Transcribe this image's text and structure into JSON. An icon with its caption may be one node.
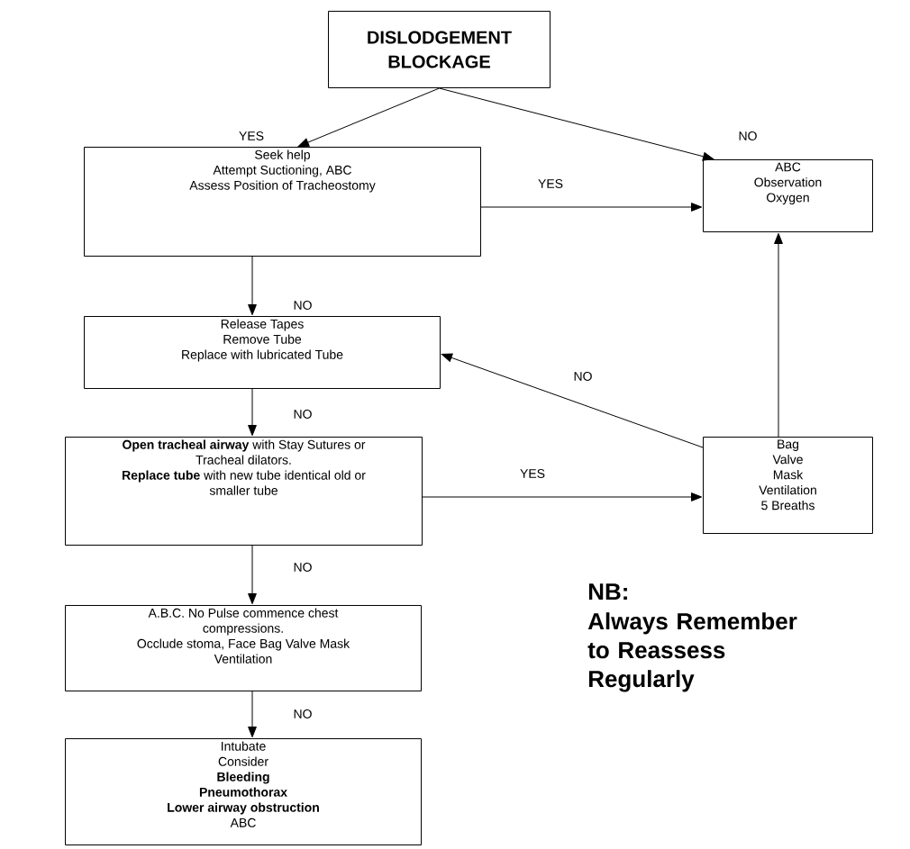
{
  "diagram": {
    "nodes": [
      {
        "text": [
          "DISLODGEMENT BLOCKAGE"
        ]
      },
      {
        "text": [
          "Seek help",
          "Attempt Suctioning, ABC",
          "Assess Position of Tracheostomy"
        ]
      },
      {
        "text": [
          "ABC",
          "Observation",
          "Oxygen"
        ]
      },
      {
        "text": [
          "Release Tapes",
          "Remove Tube",
          "Replace with lubricated Tube"
        ]
      },
      {
        "text": [
          "**Open tracheal airway** with Stay Sutures or Tracheal dilators.",
          "**Replace tube** with new tube identical old or smaller tube"
        ]
      },
      {
        "text": [
          "Bag",
          "Valve",
          "Mask",
          "Ventilation",
          "5 Breaths"
        ]
      },
      {
        "text": [
          "A.B.C. No Pulse commence chest compressions.",
          "Occlude stoma, Face Bag Valve Mask Ventilation"
        ]
      },
      {
        "text": [
          "Intubate",
          "Consider",
          "**Bleeding**",
          "**Pneumothorax**",
          "**Lower airway obstruction**",
          "ABC"
        ]
      }
    ],
    "edges": [
      {
        "from": 0,
        "to": 1,
        "arrow": "to",
        "label": "YES"
      },
      {
        "from": 0,
        "to": 2,
        "arrow": "to",
        "label": "NO"
      },
      {
        "from": 1,
        "to": 2,
        "arrow": "to",
        "label": "YES"
      },
      {
        "from": 1,
        "to": 3,
        "arrow": "to",
        "label": "NO"
      },
      {
        "from": 3,
        "to": 4,
        "arrow": "to",
        "label": "NO"
      },
      {
        "from": 4,
        "to": 5,
        "arrow": "to",
        "label": "YES"
      },
      {
        "from": 5,
        "to": 3,
        "arrow": "to",
        "label": "NO"
      },
      {
        "from": 5,
        "to": 2,
        "arrow": "to"
      },
      {
        "from": 4,
        "to": 6,
        "arrow": "to",
        "label": "NO"
      },
      {
        "from": 6,
        "to": 7,
        "arrow": "to",
        "label": "NO"
      }
    ],
    "labels": [
      "NB:",
      "Always Remember to Reassess Regularly"
    ]
  }
}
